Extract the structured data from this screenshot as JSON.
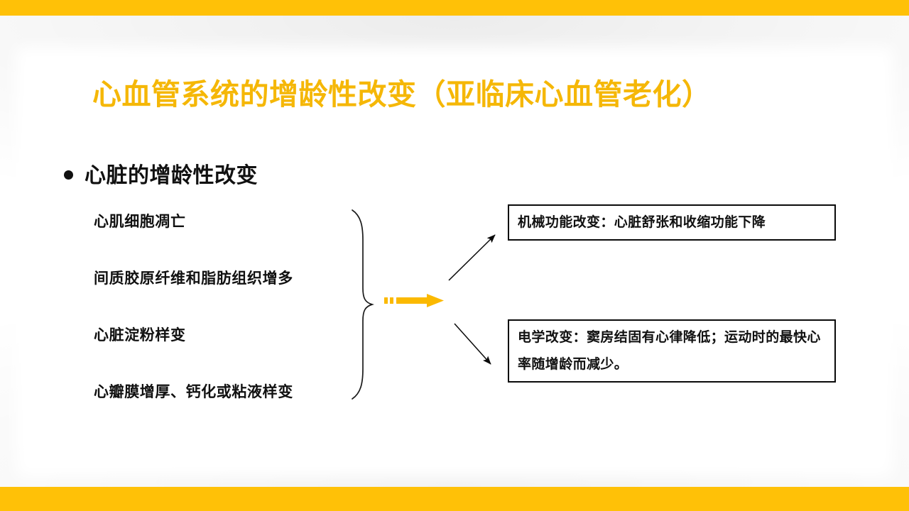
{
  "theme": {
    "accent_bar_color": "#FFC107",
    "title_color": "#F5B707",
    "arrow_color": "#FBB900",
    "text_color": "#111111",
    "box_border_color": "#0A0A0A",
    "background_color": "#FFFFFF"
  },
  "slide": {
    "title": "心血管系统的增龄性改变（亚临床心血管老化）",
    "section": {
      "bullet_glyph": "●",
      "heading": "心脏的增龄性改变"
    },
    "causes": [
      {
        "label": "心肌细胞凋亡"
      },
      {
        "label": "间质胶原纤维和脂肪组织增多"
      },
      {
        "label": "心脏淀粉样变"
      },
      {
        "label": "心瓣膜增厚、钙化或粘液样变"
      }
    ],
    "outcomes": [
      {
        "id": "mechanical",
        "text": "机械功能改变：心脏舒张和收缩功能下降"
      },
      {
        "id": "electrical",
        "text": "电学改变：窦房结固有心律降低；运动时的最快心率随增龄而减少。"
      }
    ],
    "connector_icons": {
      "brace": "right-curly-brace",
      "main_arrow": "dashed-block-arrow-right",
      "branch_arrow_up": "thin-arrow-up-right",
      "branch_arrow_down": "thin-arrow-down-right"
    }
  }
}
